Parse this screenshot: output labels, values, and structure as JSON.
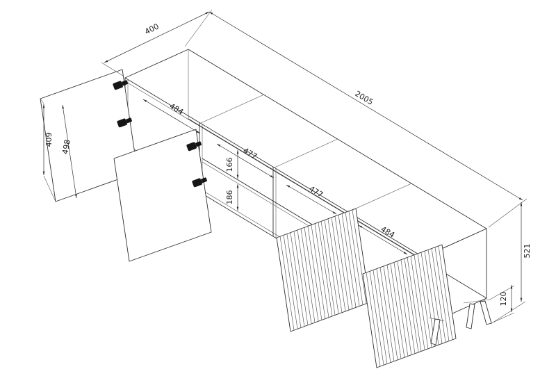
{
  "drawing": {
    "kind": "isometric furniture technical drawing",
    "object": "tv-cabinet with two open doors, two fluted doors and legs",
    "colors": {
      "line": "#2f2f2f",
      "background": "#ffffff",
      "hinge": "#161616"
    },
    "dimensions": {
      "depth": "400",
      "total_width": "2005",
      "door_height": "409",
      "door_width": "498",
      "left_compartment_width": "484",
      "upper_shelf_space": "166",
      "mid_left_compartment_width": "477",
      "lower_shelf_space": "186",
      "mid_right_compartment_width": "477",
      "right_compartment_width": "484",
      "total_height": "521",
      "leg_height": "120"
    }
  }
}
